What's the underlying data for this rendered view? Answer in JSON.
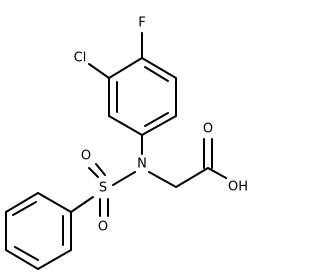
{
  "molecule": {
    "atoms": {
      "f": "F",
      "cl": "Cl",
      "n": "N",
      "s": "S",
      "o_top": "O",
      "o_bottom": "O",
      "o_carbonyl": "O",
      "oh": "OH"
    }
  },
  "colors": {
    "bond": "#000000",
    "text": "#000000",
    "background": "#ffffff"
  }
}
